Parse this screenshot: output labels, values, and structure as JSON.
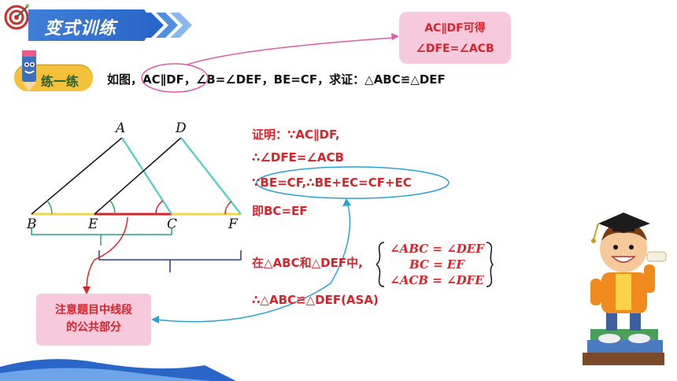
{
  "header": {
    "title": "变式训练"
  },
  "badge": {
    "label": "练一练"
  },
  "problem": {
    "text": "如图，AC∥DF，∠B=∠DEF，BE=CF，求证：△ABC≌△DEF"
  },
  "callout": {
    "line1": "AC∥DF可得",
    "line2": "∠DFE=∠ACB"
  },
  "note": {
    "line1": "注意题目中线段",
    "line2": "的公共部分"
  },
  "proof": {
    "line1": "证明：∵AC∥DF,",
    "line2": "∴∠DFE=∠ACB",
    "line3": "∵BE=CF,∴BE+EC=CF+EC",
    "line4": "即BC=EF",
    "line5_prefix": "在△ABC和△DEF中,",
    "system": [
      "∠ABC = ∠DEF",
      "BC = EF",
      "∠ACB = ∠DFE"
    ],
    "line6": "∴△ABC≌△DEF(ASA)"
  },
  "figure": {
    "labels": {
      "A": "A",
      "D": "D",
      "B": "B",
      "E": "E",
      "C": "C",
      "F": "F"
    }
  },
  "colors": {
    "accent_red": "#d7232a",
    "header_blue": "#2a66c7",
    "callout_pink": "#f6c9dd",
    "arrow_cyan": "#29a3d6"
  },
  "icons": [
    "dart-target-icon",
    "pencil-mascot-icon",
    "student-on-books-illustration"
  ]
}
